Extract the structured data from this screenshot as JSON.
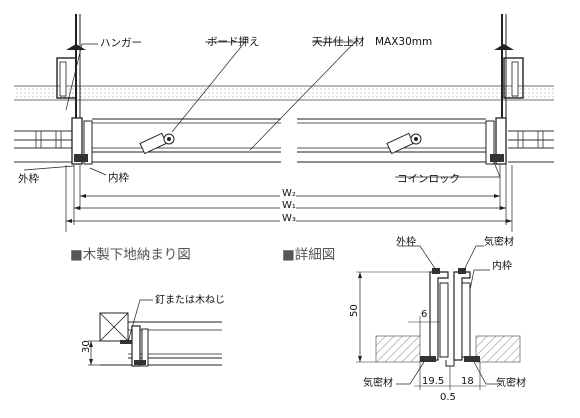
{
  "labels": {
    "hanger": "ハンガー",
    "board_press": "ボード押え",
    "ceiling_finish": "天井仕上材　MAX30mm",
    "outer_frame": "外枠",
    "inner_frame": "内枠",
    "coin_lock": "コインロック"
  },
  "dimensions": {
    "w2": "W₂",
    "w1": "W₁",
    "w3": "W₃"
  },
  "wood_base": {
    "heading_mark": "■",
    "heading": "木製下地納まり図",
    "nail_label": "釘または木ねじ",
    "height_dim": "30"
  },
  "detail": {
    "heading_mark": "■",
    "heading": "詳細図",
    "outer_frame": "外枠",
    "gasket_top": "気密材",
    "inner_frame": "内枠",
    "height_dim": "50",
    "gap_dim": "6",
    "gasket_left": "気密材",
    "gasket_right": "気密材",
    "dim_left": "19.5",
    "dim_right": "18",
    "dim_gap": "0.5"
  }
}
